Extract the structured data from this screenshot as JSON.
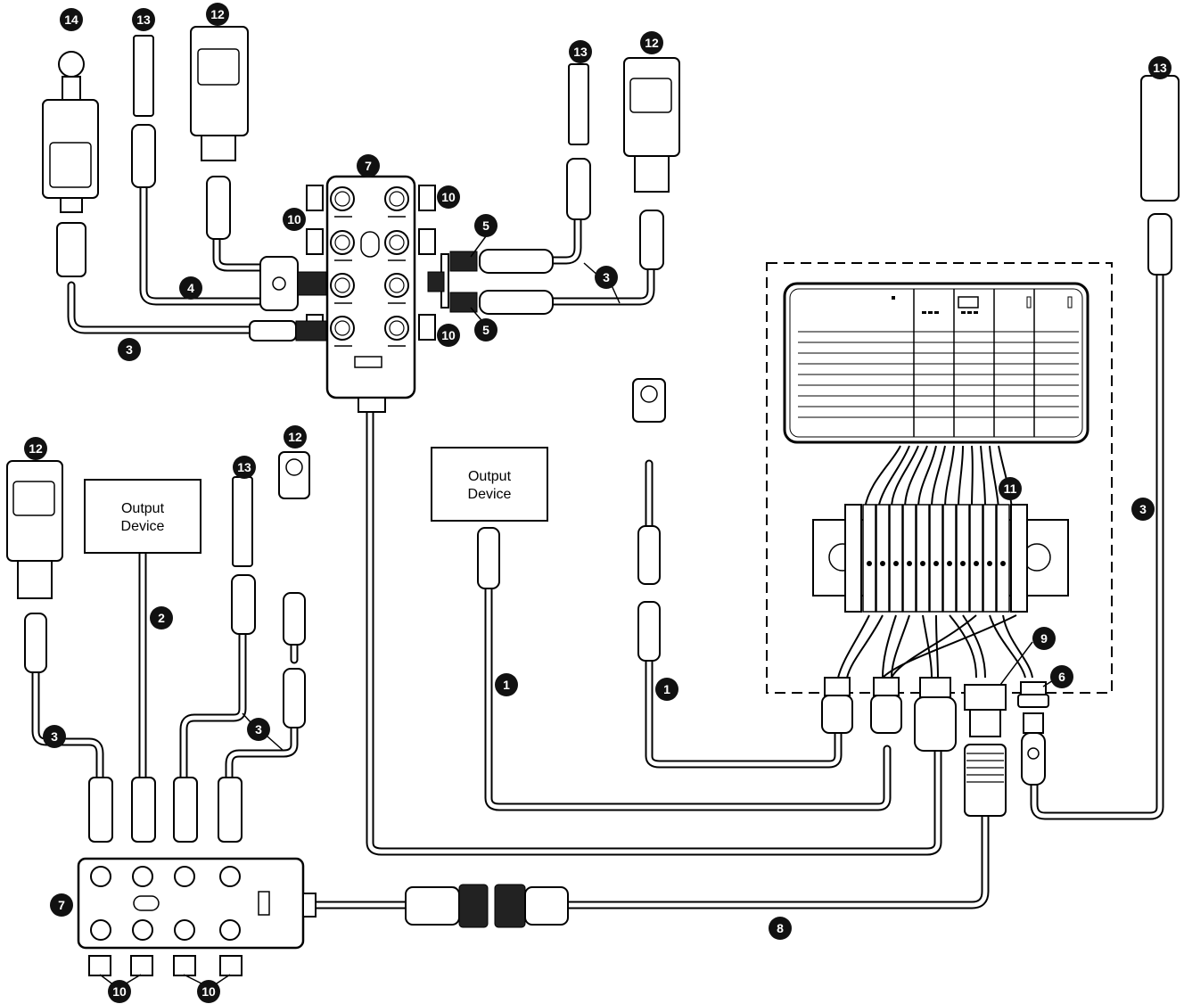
{
  "colors": {
    "ink": "#000000",
    "paper": "#ffffff",
    "callout_fill": "#111111"
  },
  "output_device_box_1": {
    "line1": "Output",
    "line2": "Device"
  },
  "output_device_box_2": {
    "line1": "Output",
    "line2": "Device"
  },
  "callouts": {
    "c14_top_left": "14",
    "c13_top_left": "13",
    "c12_top_left": "12",
    "c7_top": "7",
    "c10_top_right_a": "10",
    "c10_top_left": "10",
    "c5_upper": "5",
    "c5_lower": "5",
    "c10_top_right_b": "10",
    "c13_top_mid": "13",
    "c12_top_mid": "12",
    "c3_top_mid": "3",
    "c4_left": "4",
    "c3_left_top": "3",
    "c13_far_right": "13",
    "c3_far_right": "3",
    "c11": "11",
    "c9": "9",
    "c6": "6",
    "c1_mid": "1",
    "c1_right": "1",
    "c12_left_low": "12",
    "c13_mid_low": "13",
    "c12_mid_low": "12",
    "c2": "2",
    "c3_left_low": "3",
    "c3_mid_low": "3",
    "c7_bottom": "7",
    "c8": "8",
    "c10_bottom_left": "10",
    "c10_bottom_right": "10"
  }
}
